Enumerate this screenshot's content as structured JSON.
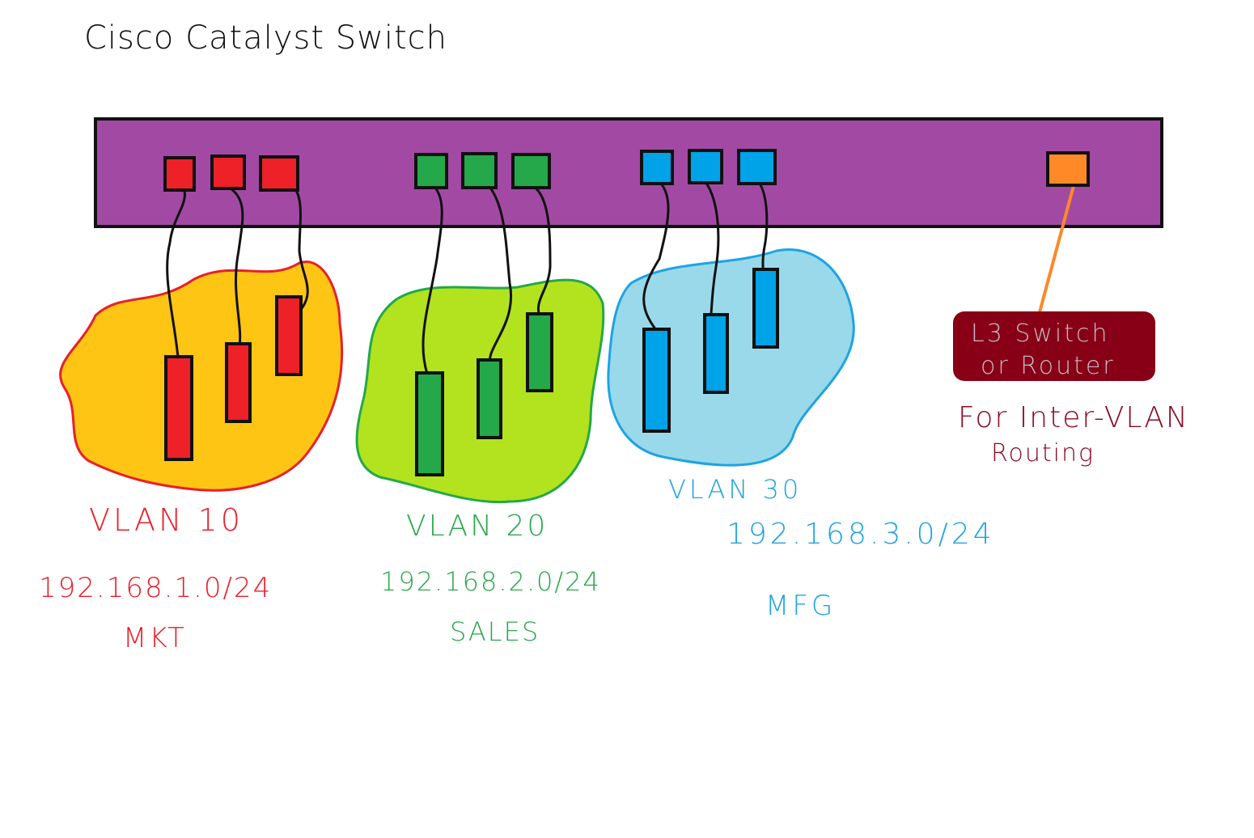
{
  "title": "Cisco Catalyst Switch",
  "colors": {
    "switch_body": "#a24aa3",
    "vlan10_port": "#ee2028",
    "vlan10_cloud": "#fec514",
    "vlan10_text": "#e8202a",
    "vlan20_port": "#24a84a",
    "vlan20_cloud": "#b2e31e",
    "vlan20_text": "#2aa84a",
    "vlan30_port": "#00a2e8",
    "vlan30_cloud": "#99d9ea",
    "vlan30_text": "#1ea3e4",
    "trunk_port": "#ff8827",
    "router_box": "#880015",
    "router_text_box": "#c9b5c3",
    "note_text": "#8a0a26"
  },
  "vlans": [
    {
      "name": "VLAN 10",
      "subnet": "192.168.1.0/24",
      "dept": "MKT"
    },
    {
      "name": "VLAN 20",
      "subnet": "192.168.2.0/24",
      "dept": "SALES"
    },
    {
      "name": "VLAN 30",
      "subnet": "192.168.3.0/24",
      "dept": "MFG"
    }
  ],
  "router": {
    "line1": "L3 Switch",
    "line2": "or Router"
  },
  "note": {
    "line1": "For Inter-VLAN",
    "line2": "Routing"
  }
}
